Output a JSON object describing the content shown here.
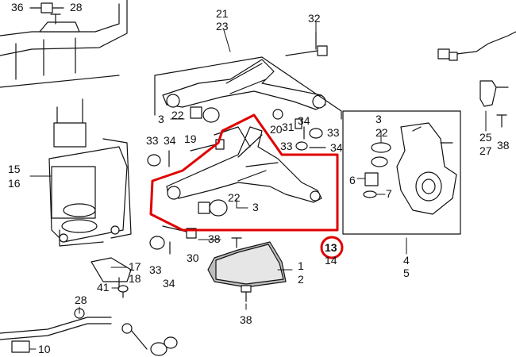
{
  "colors": {
    "line": "#111111",
    "highlight": "#e00000",
    "part_fill": "#ffffff",
    "shade": "#bdbdbd"
  },
  "callouts": {
    "n36": "36",
    "n28_top": "28",
    "n21": "21",
    "n23": "23",
    "n32": "32",
    "n3_upper": "3",
    "n22_upper": "22",
    "n20": "20",
    "n31": "31",
    "n34_a": "34",
    "n33_a": "33",
    "n33_b": "33",
    "n34_b": "34",
    "n33_left": "33",
    "n34_left": "34",
    "n19": "19",
    "n15": "15",
    "n16": "16",
    "n22_lower": "22",
    "n3_lower": "3",
    "n13": "13",
    "n14": "14",
    "n38_mid": "38",
    "n33_low": "33",
    "n34_low": "34",
    "n30": "30",
    "n17": "17",
    "n18": "18",
    "n41": "41",
    "n1": "1",
    "n2": "2",
    "n38_bottom": "38",
    "n28_bottom": "28",
    "n10": "10",
    "n3_knuckle": "3",
    "n22_knuckle": "22",
    "n6": "6",
    "n7": "7",
    "n4": "4",
    "n5": "5",
    "n25": "25",
    "n27": "27",
    "n38_right": "38"
  }
}
